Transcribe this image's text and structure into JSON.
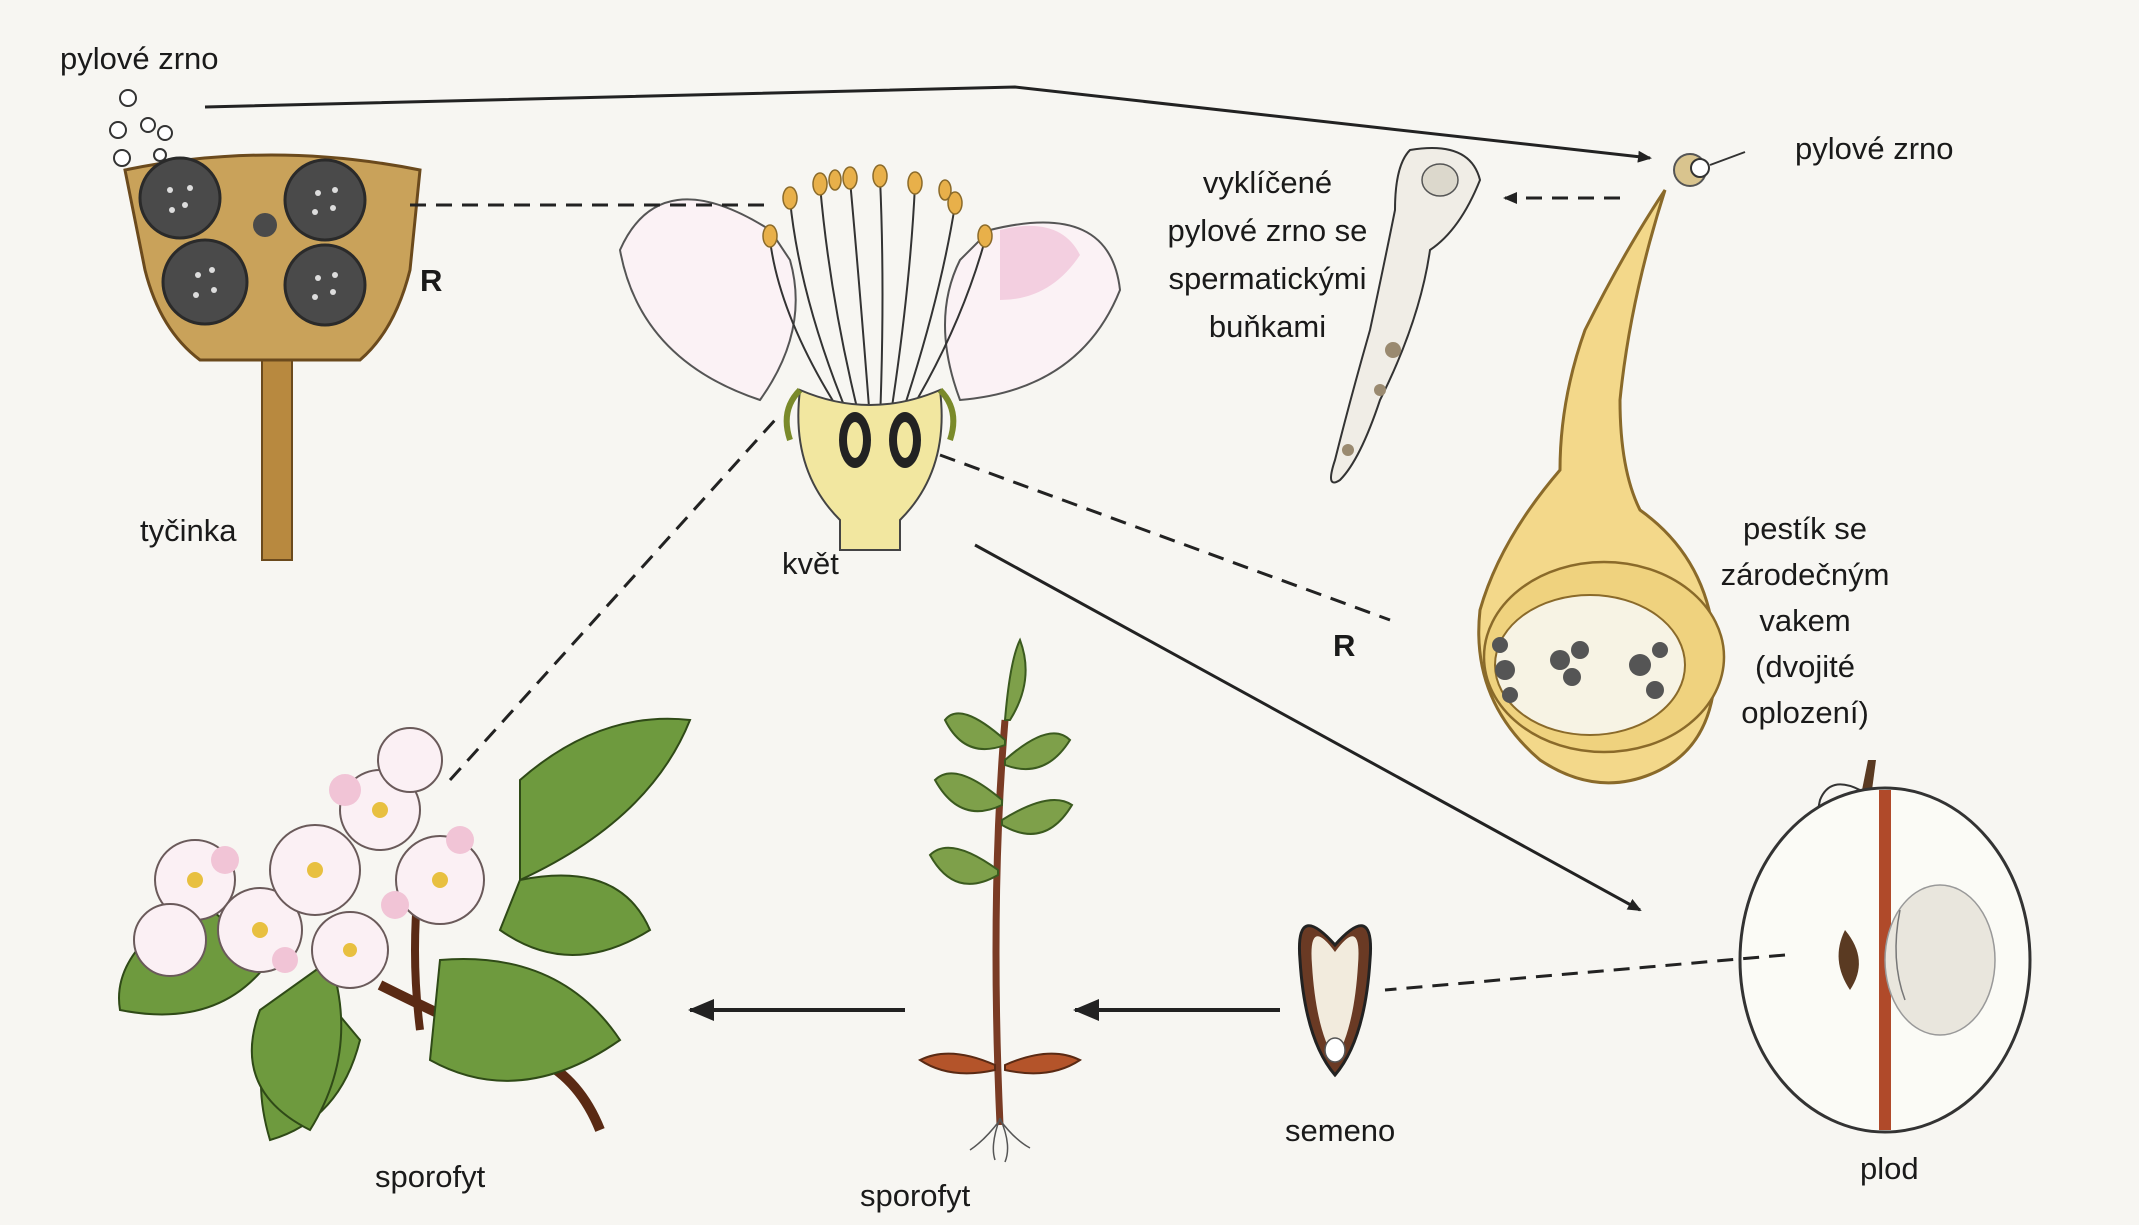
{
  "labels": {
    "pollen_grain_top": "pylové zrno",
    "pollen_grain_right": "pylové zrno",
    "anther_cross_section_mark": "R",
    "stamen": "tyčinka",
    "flower": "květ",
    "germinated_pollen_line1": "vyklíčené",
    "germinated_pollen_line2": "pylové zrno se",
    "germinated_pollen_line3": "spermatickými",
    "germinated_pollen_line4": "buňkami",
    "pistil_line1": "pestík se",
    "pistil_line2": "zárodečným",
    "pistil_line3": "vakem",
    "pistil_line4": "(dvojité",
    "pistil_line5": "oplození)",
    "ovule_mark": "R",
    "seed": "semeno",
    "fruit": "plod",
    "sporophyte_plant": "sporofyt",
    "sporophyte_seedling": "sporofyt"
  },
  "colors": {
    "anther": "#c9a25a",
    "flower_petal": "#f3dbe6",
    "pistil": "#f3d88a",
    "leaf": "#7ea04a",
    "stem": "#7a3b24",
    "arrow": "#222222"
  }
}
